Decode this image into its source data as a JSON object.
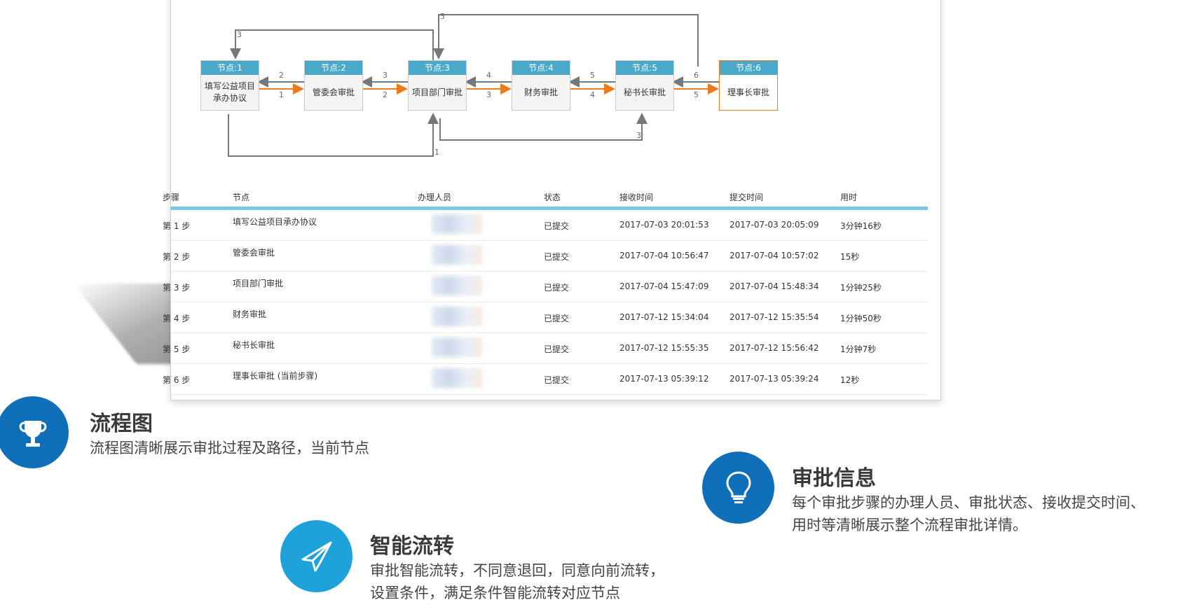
{
  "flow": {
    "nodes": [
      {
        "header": "节点:1",
        "label": "填写公益项目承办协议"
      },
      {
        "header": "节点:2",
        "label": "管委会审批"
      },
      {
        "header": "节点:3",
        "label": "项目部门审批"
      },
      {
        "header": "节点:4",
        "label": "财务审批"
      },
      {
        "header": "节点:5",
        "label": "秘书长审批"
      },
      {
        "header": "节点:6",
        "label": "理事长审批"
      }
    ],
    "link_labels": [
      "1",
      "2",
      "3",
      "4",
      "5",
      "6"
    ],
    "current_color": "#f07a1d",
    "header_color": "#4aa9c9"
  },
  "table": {
    "headers": {
      "step": "步骤",
      "node": "节点",
      "handler": "办理人员",
      "status": "状态",
      "received": "接收时间",
      "submitted": "提交时间",
      "duration": "用时"
    },
    "rows": [
      {
        "step": "第 1 步",
        "node": "填写公益项目承办协议",
        "status": "已提交",
        "received": "2017-07-03 20:01:53",
        "submitted": "2017-07-03 20:05:09",
        "duration": "3分钟16秒"
      },
      {
        "step": "第 2 步",
        "node": "管委会审批",
        "status": "已提交",
        "received": "2017-07-04 10:56:47",
        "submitted": "2017-07-04 10:57:02",
        "duration": "15秒"
      },
      {
        "step": "第 3 步",
        "node": "项目部门审批",
        "status": "已提交",
        "received": "2017-07-04 15:47:09",
        "submitted": "2017-07-04 15:48:34",
        "duration": "1分钟25秒"
      },
      {
        "step": "第 4 步",
        "node": "财务审批",
        "status": "已提交",
        "received": "2017-07-12 15:34:04",
        "submitted": "2017-07-12 15:35:54",
        "duration": "1分钟50秒"
      },
      {
        "step": "第 5 步",
        "node": "秘书长审批",
        "status": "已提交",
        "received": "2017-07-12 15:55:35",
        "submitted": "2017-07-12 15:56:42",
        "duration": "1分钟7秒"
      },
      {
        "step": "第 6 步",
        "node": "理事长审批 (当前步骤)",
        "status": "已提交",
        "received": "2017-07-13 05:39:12",
        "submitted": "2017-07-13 05:39:24",
        "duration": "12秒"
      }
    ]
  },
  "features": {
    "flowchart": {
      "icon": "trophy-icon",
      "title": "流程图",
      "desc": "流程图清晰展示审批过程及路径，当前节点"
    },
    "approval_info": {
      "icon": "lightbulb-icon",
      "title": "审批信息",
      "desc_line1": "每个审批步骤的办理人员、审批状态、接收提交时间、",
      "desc_line2": "用时等清晰展示整个流程审批详情。"
    },
    "smart_routing": {
      "icon": "paper-plane-icon",
      "title": "智能流转",
      "desc_line1": "审批智能流转，不同意退回，同意向前流转，",
      "desc_line2": "设置条件，满足条件智能流转对应节点"
    }
  },
  "colors": {
    "icon_dark_blue": "#0f6fb8",
    "icon_light_blue": "#1fa2dc",
    "table_header_rule": "#7cc7e6"
  }
}
